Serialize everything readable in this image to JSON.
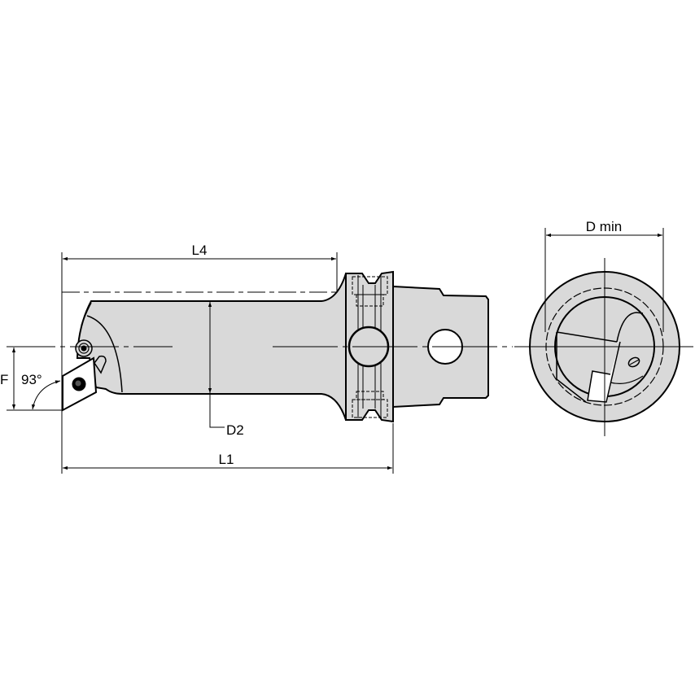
{
  "diagram": {
    "side_view": {
      "dimensions": {
        "overall_length": "L1",
        "reach_length": "L4",
        "bar_diameter": "D2",
        "offset": "F",
        "lead_angle": "93°"
      }
    },
    "end_view": {
      "dimensions": {
        "min_bore_diameter": "D min"
      }
    },
    "colors": {
      "body_fill": "#d9d9d9",
      "line": "#000000",
      "background": "#ffffff"
    }
  }
}
